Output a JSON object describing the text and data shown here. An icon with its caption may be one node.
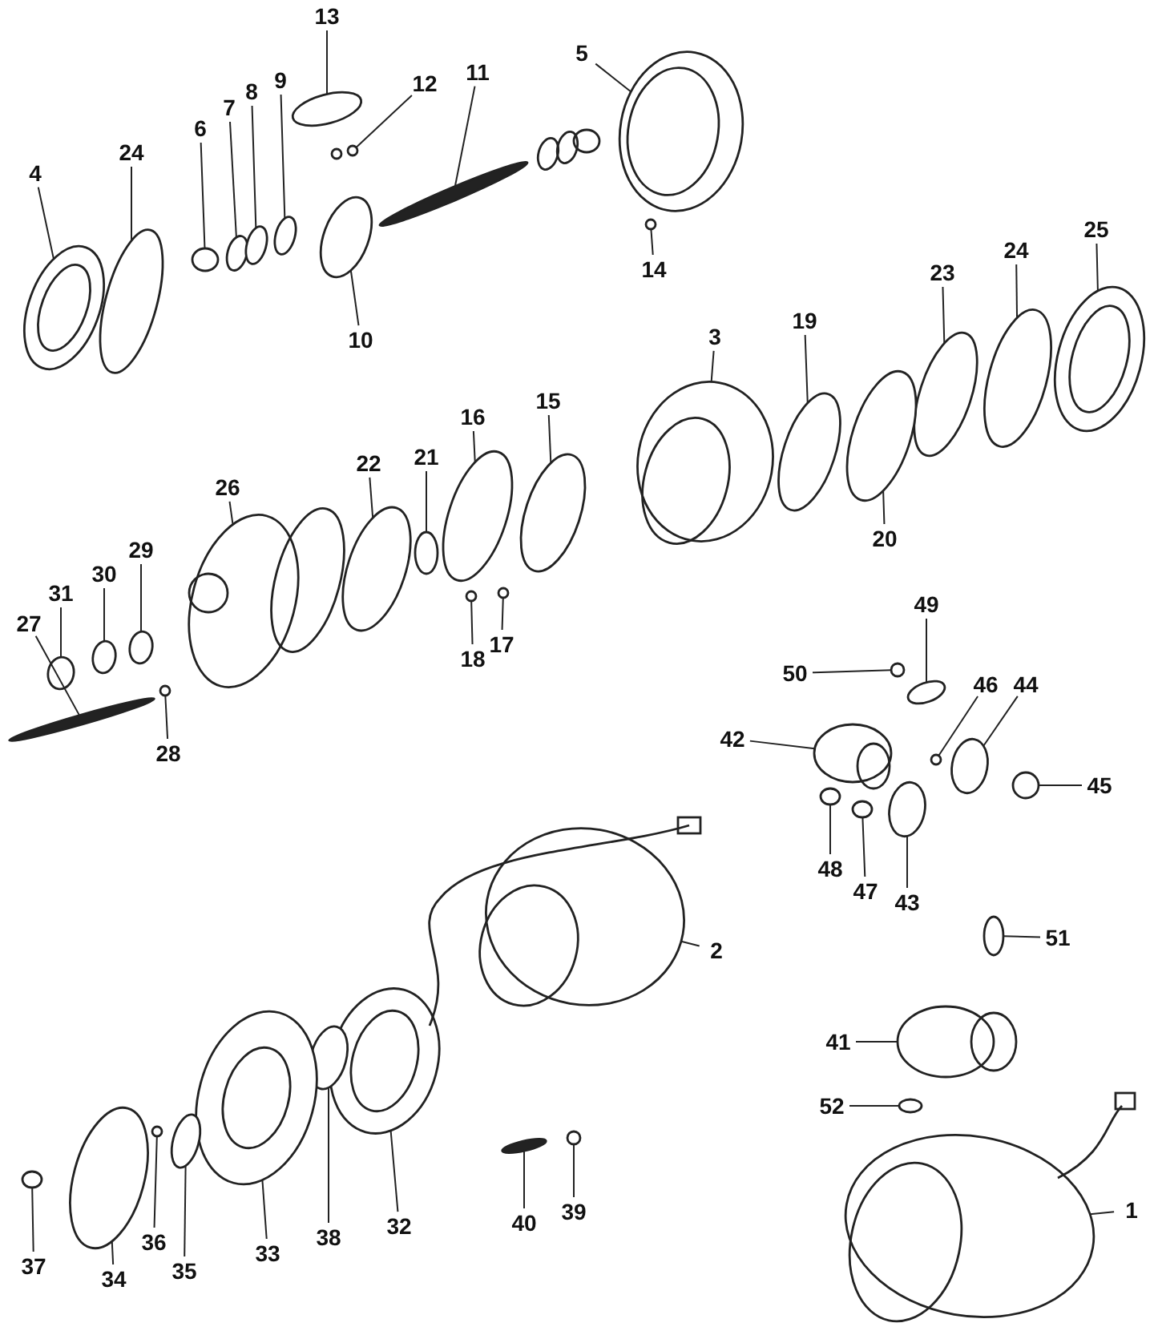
{
  "diagram": {
    "nodes": [
      {
        "text": [
          "13"
        ]
      },
      {
        "text": [
          "5"
        ]
      },
      {
        "text": [
          "11"
        ]
      },
      {
        "text": [
          "12"
        ]
      },
      {
        "text": [
          "4"
        ]
      },
      {
        "text": [
          "24"
        ]
      },
      {
        "text": [
          "6"
        ]
      },
      {
        "text": [
          "7"
        ]
      },
      {
        "text": [
          "8"
        ]
      },
      {
        "text": [
          "9"
        ]
      },
      {
        "text": [
          "10"
        ]
      },
      {
        "text": [
          "14"
        ]
      },
      {
        "text": [
          "25"
        ]
      },
      {
        "text": [
          "24"
        ]
      },
      {
        "text": [
          "23"
        ]
      },
      {
        "text": [
          "3"
        ]
      },
      {
        "text": [
          "19"
        ]
      },
      {
        "text": [
          "15"
        ]
      },
      {
        "text": [
          "16"
        ]
      },
      {
        "text": [
          "21"
        ]
      },
      {
        "text": [
          "22"
        ]
      },
      {
        "text": [
          "26"
        ]
      },
      {
        "text": [
          "29"
        ]
      },
      {
        "text": [
          "30"
        ]
      },
      {
        "text": [
          "31"
        ]
      },
      {
        "text": [
          "27"
        ]
      },
      {
        "text": [
          "18"
        ]
      },
      {
        "text": [
          "17"
        ]
      },
      {
        "text": [
          "20"
        ]
      },
      {
        "text": [
          "28"
        ]
      },
      {
        "text": [
          "49"
        ]
      },
      {
        "text": [
          "50"
        ]
      },
      {
        "text": [
          "42"
        ]
      },
      {
        "text": [
          "46"
        ]
      },
      {
        "text": [
          "44"
        ]
      },
      {
        "text": [
          "45"
        ]
      },
      {
        "text": [
          "48"
        ]
      },
      {
        "text": [
          "47"
        ]
      },
      {
        "text": [
          "43"
        ]
      },
      {
        "text": [
          "51"
        ]
      },
      {
        "text": [
          "2"
        ]
      },
      {
        "text": [
          "41"
        ]
      },
      {
        "text": [
          "52"
        ]
      },
      {
        "text": [
          "1"
        ]
      },
      {
        "text": [
          "40"
        ]
      },
      {
        "text": [
          "39"
        ]
      },
      {
        "text": [
          "32"
        ]
      },
      {
        "text": [
          "38"
        ]
      },
      {
        "text": [
          "33"
        ]
      },
      {
        "text": [
          "36"
        ]
      },
      {
        "text": [
          "35"
        ]
      },
      {
        "text": [
          "37"
        ]
      },
      {
        "text": [
          "34"
        ]
      },
      {
        "text": [],
        "shape": "circle"
      },
      {
        "text": [],
        "shape": "circle"
      },
      {
        "text": [],
        "shape": "bar"
      },
      {
        "text": [],
        "shape": "circle"
      },
      {
        "text": [],
        "shape": "circle"
      },
      {
        "text": [],
        "shape": "circle"
      },
      {
        "text": [],
        "shape": "circle"
      },
      {
        "text": [],
        "shape": "circle"
      },
      {
        "text": [],
        "shape": "circle"
      },
      {
        "text": [],
        "shape": "circle"
      },
      {
        "text": [],
        "shape": "circle"
      },
      {
        "text": [],
        "shape": "circle"
      },
      {
        "text": [],
        "shape": "circle"
      },
      {
        "text": [],
        "shape": "circle"
      },
      {
        "text": [],
        "shape": "circle"
      },
      {
        "text": [],
        "shape": "circle"
      },
      {
        "text": [],
        "shape": "circle"
      },
      {
        "text": [],
        "shape": "circle"
      },
      {
        "text": [],
        "shape": "circle"
      },
      {
        "text": [],
        "shape": "circle"
      },
      {
        "text": [],
        "shape": "circle"
      },
      {
        "text": [],
        "shape": "circle"
      },
      {
        "text": [],
        "shape": "circle"
      },
      {
        "text": [],
        "shape": "circle"
      },
      {
        "text": [],
        "shape": "circle"
      },
      {
        "text": [],
        "shape": "bar"
      },
      {
        "text": [],
        "shape": "circle"
      },
      {
        "text": [],
        "shape": "circle"
      },
      {
        "text": [],
        "shape": "circle"
      },
      {
        "text": [],
        "shape": "circle"
      },
      {
        "text": [],
        "shape": "circle"
      },
      {
        "text": [],
        "shape": "circle"
      },
      {
        "text": [],
        "shape": "circle"
      },
      {
        "text": [],
        "shape": "circle"
      },
      {
        "text": [],
        "shape": "circle"
      },
      {
        "text": [],
        "shape": "circle"
      },
      {
        "text": [],
        "shape": "circle"
      },
      {
        "text": [],
        "shape": "circle"
      },
      {
        "text": [],
        "shape": "circle"
      },
      {
        "text": [],
        "shape": "circle"
      },
      {
        "text": [],
        "shape": "circle"
      },
      {
        "text": [],
        "shape": "circle"
      },
      {
        "text": [],
        "shape": "circle"
      },
      {
        "text": [],
        "shape": "circle"
      },
      {
        "text": [],
        "shape": "bar"
      },
      {
        "text": [],
        "shape": "circle"
      },
      {
        "text": [],
        "shape": "circle"
      },
      {
        "text": [],
        "shape": "circle"
      },
      {
        "text": [],
        "shape": "circle"
      },
      {
        "text": [],
        "shape": "circle"
      },
      {
        "text": [],
        "shape": "circle"
      },
      {
        "text": [],
        "shape": "circle"
      },
      {
        "text": [],
        "shape": "circle"
      }
    ],
    "edges": [
      {
        "from": 0,
        "to": 53,
        "arrow": "none"
      },
      {
        "from": 1,
        "to": 54,
        "arrow": "none"
      },
      {
        "from": 2,
        "to": 55,
        "arrow": "none"
      },
      {
        "from": 3,
        "to": 56,
        "arrow": "none"
      },
      {
        "from": 4,
        "to": 57,
        "arrow": "none"
      },
      {
        "from": 5,
        "to": 58,
        "arrow": "none"
      },
      {
        "from": 6,
        "to": 59,
        "arrow": "none"
      },
      {
        "from": 7,
        "to": 60,
        "arrow": "none"
      },
      {
        "from": 8,
        "to": 61,
        "arrow": "none"
      },
      {
        "from": 9,
        "to": 62,
        "arrow": "none"
      },
      {
        "from": 10,
        "to": 63,
        "arrow": "none"
      },
      {
        "from": 11,
        "to": 64,
        "arrow": "none"
      },
      {
        "from": 12,
        "to": 65,
        "arrow": "none"
      },
      {
        "from": 13,
        "to": 66,
        "arrow": "none"
      },
      {
        "from": 14,
        "to": 67,
        "arrow": "none"
      },
      {
        "from": 15,
        "to": 68,
        "arrow": "none"
      },
      {
        "from": 16,
        "to": 69,
        "arrow": "none"
      },
      {
        "from": 17,
        "to": 70,
        "arrow": "none"
      },
      {
        "from": 18,
        "to": 71,
        "arrow": "none"
      },
      {
        "from": 19,
        "to": 72,
        "arrow": "none"
      },
      {
        "from": 20,
        "to": 73,
        "arrow": "none"
      },
      {
        "from": 21,
        "to": 74,
        "arrow": "none"
      },
      {
        "from": 22,
        "to": 75,
        "arrow": "none"
      },
      {
        "from": 23,
        "to": 76,
        "arrow": "none"
      },
      {
        "from": 24,
        "to": 77,
        "arrow": "none"
      },
      {
        "from": 25,
        "to": 78,
        "arrow": "none"
      },
      {
        "from": 26,
        "to": 79,
        "arrow": "none"
      },
      {
        "from": 27,
        "to": 80,
        "arrow": "none"
      },
      {
        "from": 28,
        "to": 81,
        "arrow": "none"
      },
      {
        "from": 29,
        "to": 82,
        "arrow": "none"
      },
      {
        "from": 30,
        "to": 83,
        "arrow": "none"
      },
      {
        "from": 31,
        "to": 84,
        "arrow": "none"
      },
      {
        "from": 32,
        "to": 85,
        "arrow": "none"
      },
      {
        "from": 33,
        "to": 86,
        "arrow": "none"
      },
      {
        "from": 34,
        "to": 87,
        "arrow": "none"
      },
      {
        "from": 35,
        "to": 88,
        "arrow": "none"
      },
      {
        "from": 36,
        "to": 89,
        "arrow": "none"
      },
      {
        "from": 37,
        "to": 90,
        "arrow": "none"
      },
      {
        "from": 38,
        "to": 91,
        "arrow": "none"
      },
      {
        "from": 39,
        "to": 92,
        "arrow": "none"
      },
      {
        "from": 40,
        "to": 93,
        "arrow": "none"
      },
      {
        "from": 41,
        "to": 94,
        "arrow": "none"
      },
      {
        "from": 42,
        "to": 95,
        "arrow": "none"
      },
      {
        "from": 43,
        "to": 96,
        "arrow": "none"
      },
      {
        "from": 44,
        "to": 97,
        "arrow": "none"
      },
      {
        "from": 45,
        "to": 98,
        "arrow": "none"
      },
      {
        "from": 46,
        "to": 99,
        "arrow": "none"
      },
      {
        "from": 47,
        "to": 100,
        "arrow": "none"
      },
      {
        "from": 48,
        "to": 101,
        "arrow": "none"
      },
      {
        "from": 49,
        "to": 102,
        "arrow": "none"
      },
      {
        "from": 50,
        "to": 103,
        "arrow": "none"
      },
      {
        "from": 51,
        "to": 104,
        "arrow": "none"
      },
      {
        "from": 52,
        "to": 105,
        "arrow": "none"
      }
    ]
  }
}
